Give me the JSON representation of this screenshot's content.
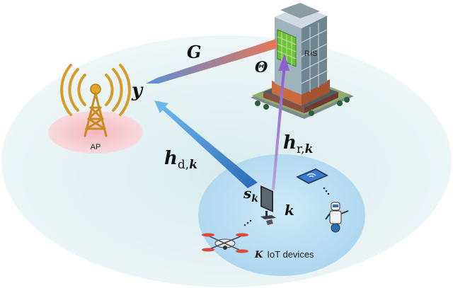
{
  "labels": {
    "ris": "RIS",
    "ap": "AP",
    "G": "G",
    "y": "y",
    "theta": "Θ",
    "h_d_base": "h",
    "h_d_sub": "d,",
    "h_d_k": "k",
    "h_r_base": "h",
    "h_r_sub": "r,",
    "h_r_k": "k",
    "s_base": "s",
    "s_k": "k",
    "k": "k",
    "devices_k": "K",
    "devices": "IoT devices"
  },
  "colors": {
    "outer_ellipse": "#e6f2f3",
    "ap_zone": "#f6c9cf",
    "device_zone": "#b9def2",
    "arrow_blue": "#3a8ed0",
    "arrow_purple": "#9a6fd0",
    "arrow_G_start": "#e07a5a",
    "arrow_G_end": "#6aa0d8",
    "antenna": "#d69c2a",
    "ris_panel": "#6fc13a"
  },
  "icons": [
    "ap-tower-icon",
    "building-icon",
    "ris-panel-icon",
    "monitor-icon",
    "tablet-icon",
    "robot-icon",
    "drone-icon",
    "signal-wave-icon"
  ]
}
